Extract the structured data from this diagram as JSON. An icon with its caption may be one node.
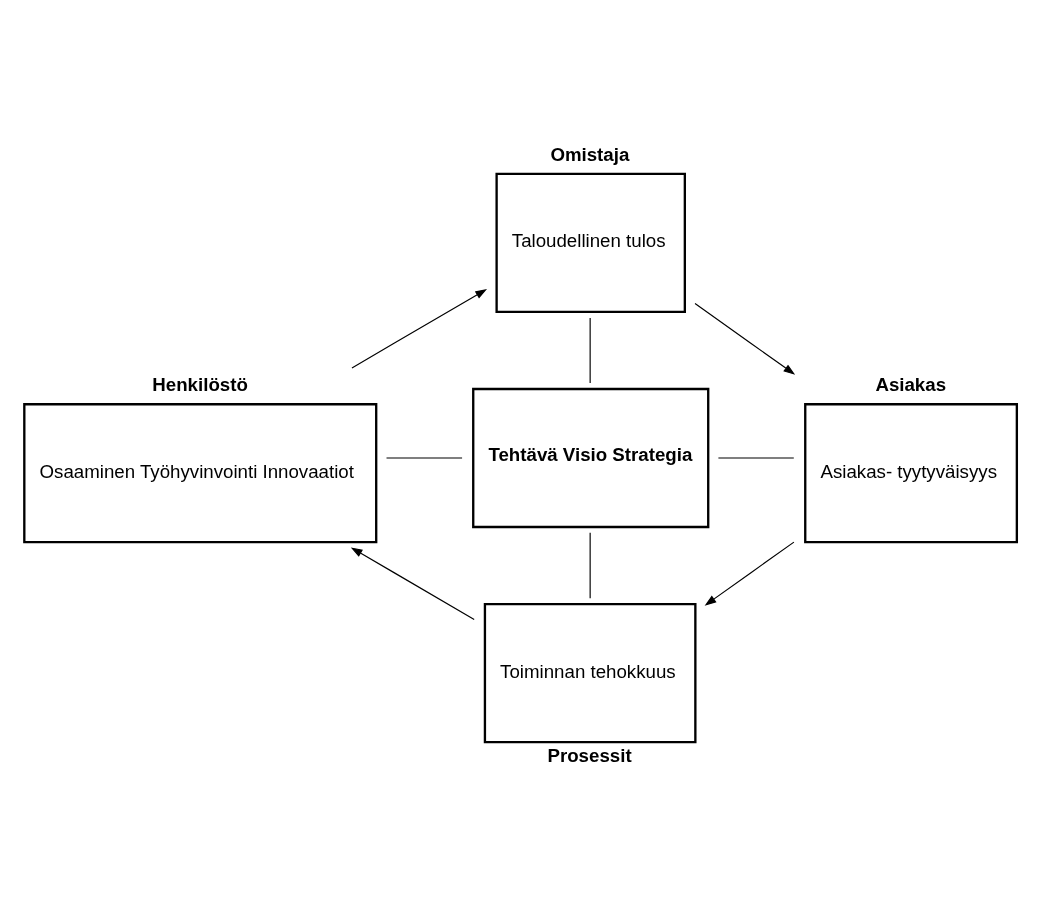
{
  "diagram": {
    "nodes": [
      {
        "text": [
          "Omistaja",
          "Taloudellinen tulos"
        ]
      },
      {
        "text": [
          "Henkilöstö",
          "Osaaminen Työhyvinvointi Innovaatiot"
        ]
      },
      {
        "text": [
          "Tehtävä Visio Strategia"
        ]
      },
      {
        "text": [
          "Asiakas",
          "Asiakas- tyytyväisyys"
        ]
      },
      {
        "text": [
          "Toiminnan tehokkuus",
          "Prosessit"
        ]
      }
    ],
    "edges": [
      {
        "from": 1,
        "to": 0,
        "arrow": "to"
      },
      {
        "from": 0,
        "to": 3,
        "arrow": "to"
      },
      {
        "from": 3,
        "to": 4,
        "arrow": "to"
      },
      {
        "from": 4,
        "to": 1,
        "arrow": "to"
      },
      {
        "from": 2,
        "to": 0,
        "arrow": "none"
      },
      {
        "from": 2,
        "to": 1,
        "arrow": "none"
      },
      {
        "from": 2,
        "to": 3,
        "arrow": "none"
      },
      {
        "from": 2,
        "to": 4,
        "arrow": "none"
      }
    ]
  }
}
